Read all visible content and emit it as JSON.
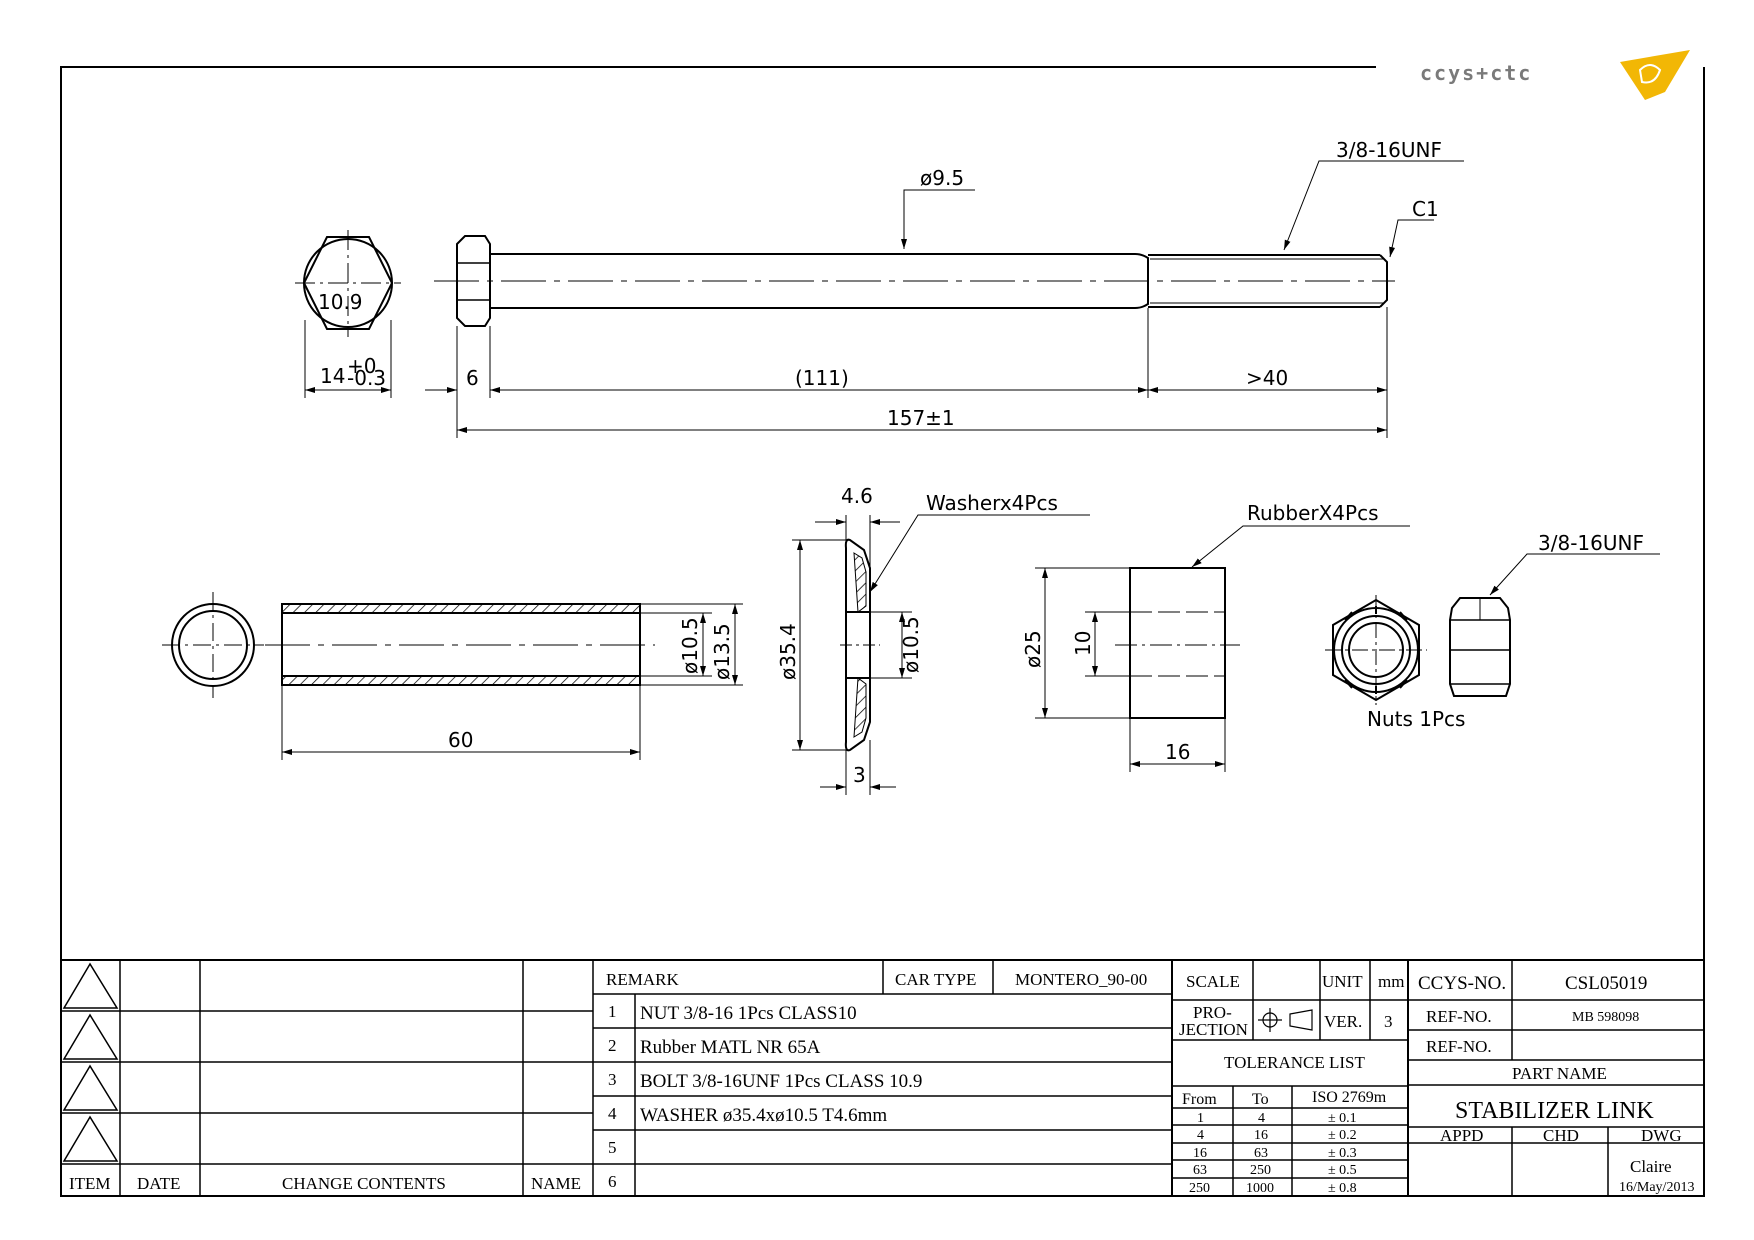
{
  "logo": {
    "text": "ccys+ctc",
    "accent_color": "#f2b705"
  },
  "bolt": {
    "grade_mark": "10.9",
    "shank_dia": "ø9.5",
    "thread": "3/8-16UNF",
    "chamfer": "C1",
    "dims": {
      "across_flats": "14",
      "af_tol_upper": "+0",
      "af_tol_lower": "-0.3",
      "head": "6",
      "shank": "(111)",
      "thread_len": ">40",
      "overall": "157±1"
    }
  },
  "sleeve": {
    "inner_dia": "ø10.5",
    "outer_dia": "ø13.5",
    "length": "60"
  },
  "washer": {
    "label": "Washerx4Pcs",
    "thickness": "4.6",
    "outer_dia": "ø35.4",
    "inner_dia": "ø10.5",
    "base": "3"
  },
  "rubber": {
    "label": "RubberX4Pcs",
    "outer_dia": "ø25",
    "inner": "10",
    "length": "16"
  },
  "nut": {
    "thread": "3/8-16UNF",
    "label": "Nuts 1Pcs"
  },
  "title_block": {
    "change_headers": {
      "item": "ITEM",
      "date": "DATE",
      "contents": "CHANGE CONTENTS",
      "name": "NAME"
    },
    "remark_label": "REMARK",
    "car_type_label": "CAR TYPE",
    "car_type": "MONTERO_90-00",
    "bom": [
      {
        "no": "1",
        "text": "NUT 3/8-16 1Pcs CLASS10"
      },
      {
        "no": "2",
        "text": "Rubber MATL NR 65A"
      },
      {
        "no": "3",
        "text": "BOLT  3/8-16UNF 1Pcs CLASS 10.9"
      },
      {
        "no": "4",
        "text": "WASHER ø35.4xø10.5 T4.6mm"
      },
      {
        "no": "5",
        "text": ""
      },
      {
        "no": "6",
        "text": ""
      }
    ],
    "scale_label": "SCALE",
    "unit_label": "UNIT",
    "unit": "mm",
    "projection_label_1": "PRO-",
    "projection_label_2": "JECTION",
    "ver_label": "VER.",
    "ver": "3",
    "tolerance_title": "TOLERANCE LIST",
    "tol_headers": {
      "from": "From",
      "to": "To",
      "std": "ISO 2769m"
    },
    "tolerances": [
      {
        "from": "1",
        "to": "4",
        "tol": "± 0.1"
      },
      {
        "from": "4",
        "to": "16",
        "tol": "± 0.2"
      },
      {
        "from": "16",
        "to": "63",
        "tol": "± 0.3"
      },
      {
        "from": "63",
        "to": "250",
        "tol": "± 0.5"
      },
      {
        "from": "250",
        "to": "1000",
        "tol": "± 0.8"
      }
    ],
    "ccys_no_label": "CCYS-NO.",
    "ccys_no": "CSL05019",
    "ref_no_label": "REF-NO.",
    "ref_no": "MB 598098",
    "ref_no2_label": "REF-NO.",
    "part_name_label": "PART NAME",
    "part_name": "STABILIZER LINK",
    "appd_label": "APPD",
    "chd_label": "CHD",
    "dwg_label": "DWG",
    "dwg_by": "Claire",
    "date": "16/May/2013"
  }
}
